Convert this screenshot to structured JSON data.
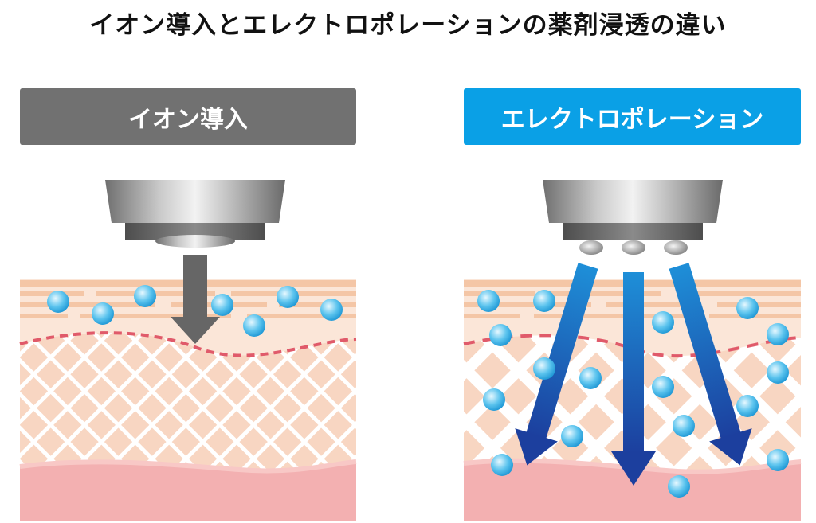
{
  "title": "イオン導入とエレクトロポレーションの薬剤浸透の違い",
  "panels": {
    "left": {
      "label": "イオン導入"
    },
    "right": {
      "label": "エレクトロポレーション"
    }
  },
  "colors": {
    "left_label_bg": "#717171",
    "right_label_bg": "#0aa0e6",
    "skin_stripe": "#f4c6a6",
    "dermis": "#f7d2bd",
    "lower_layer": "#f2aeb0",
    "dashed_line": "#e05a6a",
    "particle": "#5cc4ee",
    "arrow_gray": "#666666",
    "arrow_blue": "#1d55b3"
  }
}
